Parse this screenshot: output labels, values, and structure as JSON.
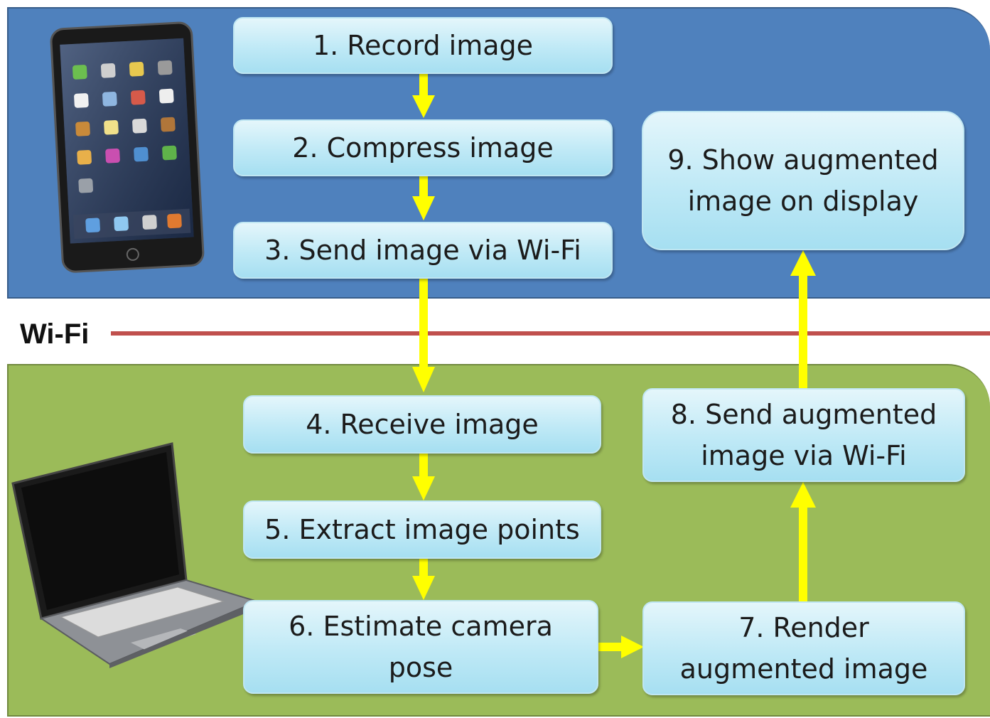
{
  "wifi": {
    "label": "Wi-Fi"
  },
  "colors": {
    "top_panel": "#4f81bd",
    "bottom_panel": "#9bbb59",
    "wifi_line": "#c0504d",
    "arrow": "#ffff00",
    "box": "#bfe9f6"
  },
  "steps": {
    "s1": "1. Record image",
    "s2": "2. Compress image",
    "s3": "3. Send image via Wi-Fi",
    "s4": "4. Receive image",
    "s5": "5. Extract image points",
    "s6": {
      "line1": "6. Estimate camera",
      "line2": "pose"
    },
    "s7": {
      "line1": "7. Render",
      "line2": "augmented image"
    },
    "s8": {
      "line1": "8. Send augmented",
      "line2": "image via Wi-Fi"
    },
    "s9": {
      "line1": "9. Show augmented",
      "line2": "image on display"
    }
  },
  "devices": {
    "top": "tablet-icon",
    "bottom": "laptop-icon"
  }
}
